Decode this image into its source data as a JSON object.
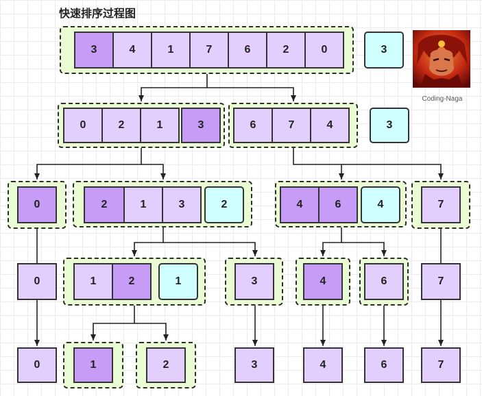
{
  "title": "快速排序过程图",
  "avatar_caption": "Coding-Naga",
  "colors": {
    "cell": "#e3cffd",
    "pivot": "#c69cf7",
    "pivot_value_box": "#cfffff",
    "group_bg": "#e9fcd4",
    "border": "#333333"
  },
  "levels": [
    {
      "groups": [
        {
          "cells": [
            {
              "v": "3",
              "pivot": true
            },
            {
              "v": "4"
            },
            {
              "v": "1"
            },
            {
              "v": "7"
            },
            {
              "v": "6"
            },
            {
              "v": "2"
            },
            {
              "v": "0"
            }
          ]
        }
      ],
      "pivot_boxes": [
        "3"
      ]
    },
    {
      "groups": [
        {
          "cells": [
            {
              "v": "0"
            },
            {
              "v": "2"
            },
            {
              "v": "1"
            },
            {
              "v": "3",
              "pivot": true
            }
          ]
        },
        {
          "cells": [
            {
              "v": "6"
            },
            {
              "v": "7"
            },
            {
              "v": "4"
            }
          ]
        }
      ],
      "pivot_boxes": [
        "3"
      ]
    },
    {
      "groups": [
        {
          "cells": [
            {
              "v": "0",
              "pivot": true
            }
          ]
        },
        {
          "cells": [
            {
              "v": "2",
              "pivot": true
            },
            {
              "v": "1"
            },
            {
              "v": "3"
            }
          ],
          "pivot_box": "2"
        },
        {
          "cells": [
            {
              "v": "4",
              "pivot": true
            },
            {
              "v": "6",
              "pivot": true
            }
          ],
          "pivot_box": "4"
        },
        {
          "cells": [
            {
              "v": "7"
            }
          ]
        }
      ]
    },
    {
      "items": [
        {
          "cells": [
            {
              "v": "0"
            }
          ]
        },
        {
          "cells": [
            {
              "v": "1"
            },
            {
              "v": "2",
              "pivot": true
            }
          ],
          "pivot_box": "1"
        },
        {
          "cells": [
            {
              "v": "3"
            }
          ]
        },
        {
          "cells": [
            {
              "v": "4",
              "pivot": true
            }
          ]
        },
        {
          "cells": [
            {
              "v": "6"
            }
          ]
        },
        {
          "cells": [
            {
              "v": "7"
            }
          ]
        }
      ]
    },
    {
      "items": [
        {
          "cells": [
            {
              "v": "0"
            }
          ]
        },
        {
          "cells": [
            {
              "v": "1",
              "pivot": true
            }
          ]
        },
        {
          "cells": [
            {
              "v": "2"
            }
          ]
        },
        {
          "cells": [
            {
              "v": "3"
            }
          ]
        },
        {
          "cells": [
            {
              "v": "4"
            }
          ]
        },
        {
          "cells": [
            {
              "v": "6"
            }
          ]
        },
        {
          "cells": [
            {
              "v": "7"
            }
          ]
        }
      ]
    }
  ]
}
